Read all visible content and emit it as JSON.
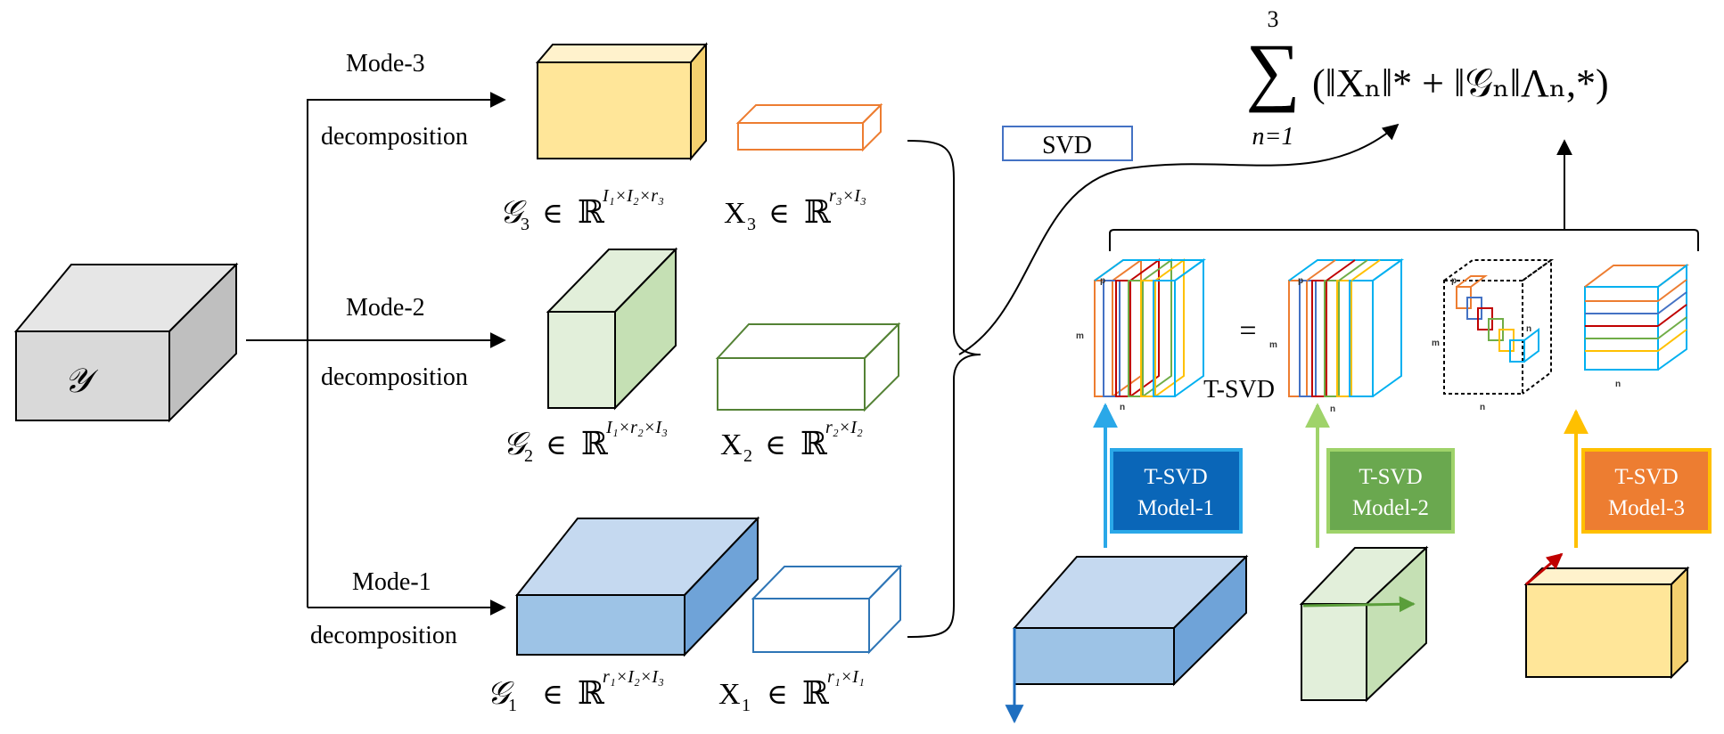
{
  "input": {
    "symbol": "𝒴"
  },
  "branches": [
    {
      "mode": "Mode-3",
      "action": "decomposition",
      "core": "𝒢",
      "core_sub": "3",
      "core_dims": "I₁×I₂×r₃",
      "factor": "X",
      "factor_sub": "3",
      "factor_dims": "r₃×I₃"
    },
    {
      "mode": "Mode-2",
      "action": "decomposition",
      "core": "𝒢",
      "core_sub": "2",
      "core_dims": "I₁×r₂×I₃",
      "factor": "X",
      "factor_sub": "2",
      "factor_dims": "r₂×I₂"
    },
    {
      "mode": "Mode-1",
      "action": "decomposition",
      "core": "𝒢",
      "core_sub": "1",
      "core_dims": "r₁×I₂×I₃",
      "factor": "X",
      "factor_sub": "1",
      "factor_dims": "r₁×I₁"
    }
  ],
  "set_symbol": "ℝ",
  "member_symbol": "∈",
  "svd_label": "SVD",
  "objective": {
    "sum_top": "3",
    "sum_bottom": "n=1",
    "sigma": "∑",
    "body": "(‖Xₙ‖* + ‖𝒢ₙ‖Λₙ,*)"
  },
  "tsvd": {
    "label": "T-SVD",
    "equals": "=",
    "axis_p": "p",
    "axis_m": "m",
    "axis_n": "n"
  },
  "models": [
    {
      "line1": "T-SVD",
      "line2": "Model-1",
      "fill": "#0a66b8",
      "border": "#2aa8e8",
      "arrow": "#2aa8e8"
    },
    {
      "line1": "T-SVD",
      "line2": "Model-2",
      "fill": "#6aa84f",
      "border": "#9fd36a",
      "arrow": "#9fd36a"
    },
    {
      "line1": "T-SVD",
      "line2": "Model-3",
      "fill": "#ed7d31",
      "border": "#ffc000",
      "arrow": "#ffc000"
    }
  ],
  "colors": {
    "blue_light": "#c5d9f0",
    "blue_mid": "#9dc3e6",
    "blue_dark": "#6fa3d8",
    "green_light": "#e2efda",
    "green_dark": "#c5e0b4",
    "yellow_light": "#fff2cc",
    "yellow_mid": "#ffe699",
    "yellow_dark": "#f4d06f",
    "gray_light": "#e6e6e6",
    "gray_mid": "#d9d9d9",
    "gray_dark": "#bfbfbf",
    "outline_orange": "#ed7d31",
    "outline_green": "#548235",
    "outline_blue": "#2e75b6",
    "svd_border": "#4472c4"
  }
}
